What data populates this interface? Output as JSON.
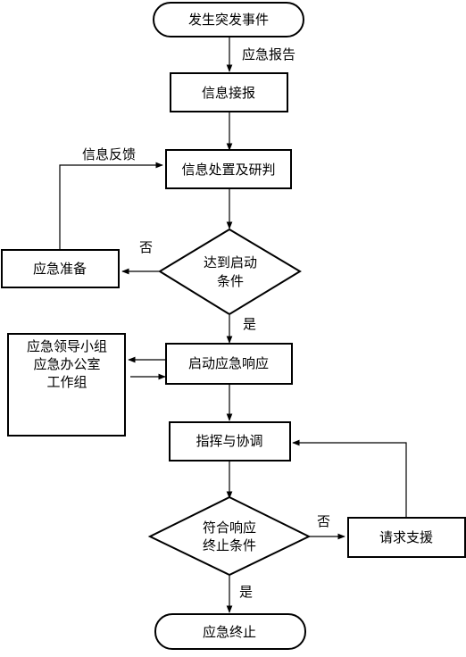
{
  "nodes": {
    "start": "发生突发事件",
    "info_receive": "信息接报",
    "info_process": "信息处置及研判",
    "decision_start": [
      "达到启动",
      "条件"
    ],
    "emergency_prep": "应急准备",
    "start_response": "启动应急响应",
    "command_group": [
      "应急领导小组",
      "应急办公室",
      "工作组"
    ],
    "command_coordinate": "指挥与协调",
    "decision_end": [
      "符合响应",
      "终止条件"
    ],
    "request_support": "请求支援",
    "end": "应急终止"
  },
  "edge_labels": {
    "report": "应急报告",
    "feedback": "信息反馈",
    "no_start": "否",
    "yes_start": "是",
    "no_end": "否",
    "yes_end": "是"
  }
}
